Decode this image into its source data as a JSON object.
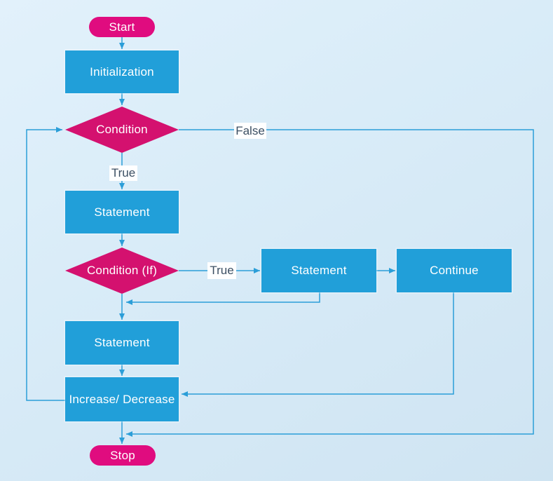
{
  "diagram": {
    "kind": "flowchart",
    "description": "Loop control-flow diagram with continue branch"
  },
  "colors": {
    "background_top": "#e2f1fb",
    "background_bottom": "#cfe4f2",
    "process_fill": "#219fd9",
    "terminator_fill": "#e00c7f",
    "decision_fill": "#d4116f",
    "connector": "#2b9ed8",
    "shape_text": "#ffffff",
    "edge_label_text": "#3c4f63",
    "edge_label_bg": "#ffffff"
  },
  "nodes": [
    {
      "id": "start",
      "type": "terminator",
      "label": "Start"
    },
    {
      "id": "initialization",
      "type": "process",
      "label": "Initialization"
    },
    {
      "id": "condition",
      "type": "decision",
      "label": "Condition"
    },
    {
      "id": "statement-1",
      "type": "process",
      "label": "Statement"
    },
    {
      "id": "condition-if",
      "type": "decision",
      "label": "Condition (If)"
    },
    {
      "id": "statement-2",
      "type": "process",
      "label": "Statement"
    },
    {
      "id": "continue",
      "type": "process",
      "label": "Continue"
    },
    {
      "id": "statement-3",
      "type": "process",
      "label": "Statement"
    },
    {
      "id": "increase-decrease",
      "type": "process",
      "label": "Increase/ Decrease"
    },
    {
      "id": "stop",
      "type": "terminator",
      "label": "Stop"
    }
  ],
  "edge_labels": [
    {
      "id": "false-branch",
      "text": "False"
    },
    {
      "id": "true-branch",
      "text": "True"
    },
    {
      "id": "true-if-branch",
      "text": "True"
    }
  ]
}
